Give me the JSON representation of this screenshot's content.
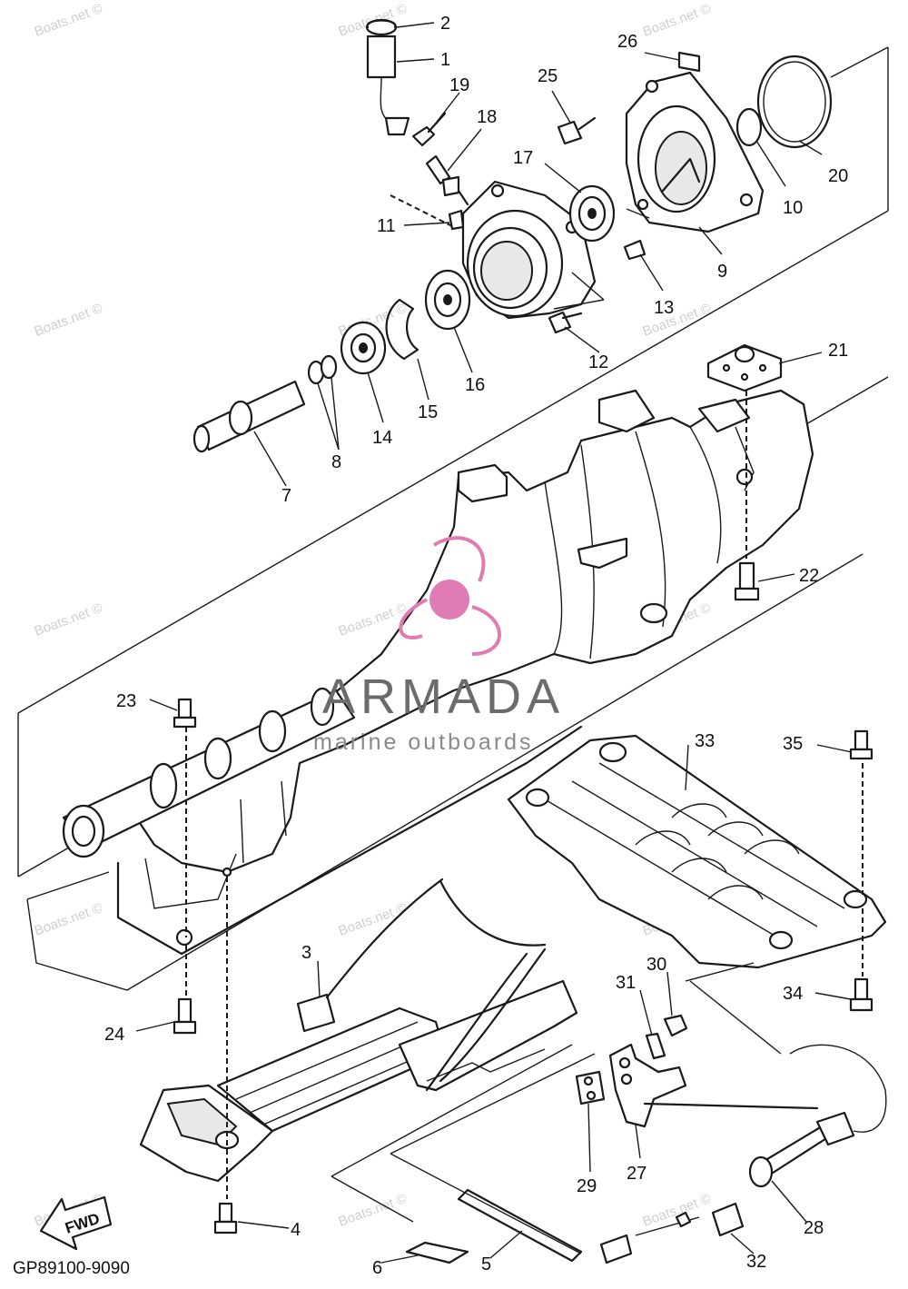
{
  "diagram_code": "GP89100-9090",
  "fwd_label": "FWD",
  "brand": {
    "name": "ARMADA",
    "tagline": "marine outboards",
    "color": "#e07bb4"
  },
  "watermark_text": "Boats.net ©",
  "part_labels": [
    "1",
    "2",
    "3",
    "4",
    "5",
    "6",
    "7",
    "8",
    "9",
    "10",
    "11",
    "12",
    "13",
    "14",
    "15",
    "16",
    "17",
    "18",
    "19",
    "20",
    "21",
    "22",
    "23",
    "24",
    "25",
    "26",
    "27",
    "28",
    "29",
    "30",
    "31",
    "32",
    "33",
    "34",
    "35"
  ]
}
